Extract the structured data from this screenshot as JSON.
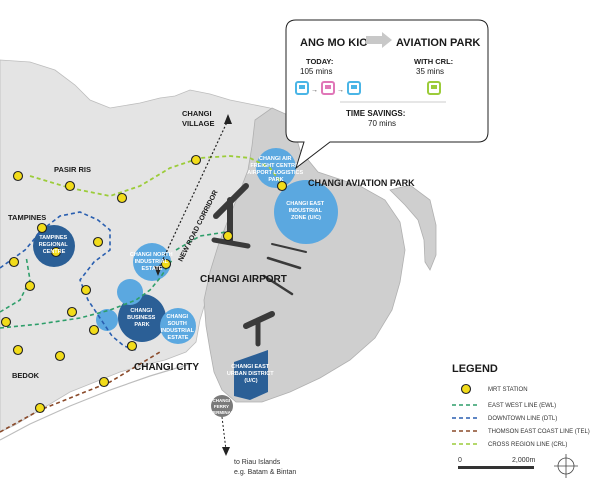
{
  "callout": {
    "from": "ANG MO KIO",
    "to": "AVIATION PARK",
    "today_label": "TODAY:",
    "today_value": "105 mins",
    "crl_label": "WITH CRL:",
    "crl_value": "35 mins",
    "savings_label": "TIME SAVINGS:",
    "savings_value": "70 mins"
  },
  "places": {
    "changi_village_1": "CHANGI",
    "changi_village_2": "VILLAGE",
    "pasir_ris": "PASIR RIS",
    "tampines": "TAMPINES",
    "bedok": "BEDOK",
    "changi_city": "CHANGI CITY",
    "changi_airport": "CHANGI AIRPORT",
    "changi_aviation_park": "CHANGI AVIATION PARK",
    "new_road_corridor": "NEW ROAD CORRIDOR",
    "riau_1": "to Riau Islands",
    "riau_2": "e.g. Batam & Bintan"
  },
  "zones": {
    "tampines_rc": [
      "TAMPINES",
      "REGIONAL",
      "CENTRE"
    ],
    "freight": [
      "CHANGI AIR",
      "FREIGHT CENTRE/",
      "AIRPORT LOGISTICS",
      "PARK"
    ],
    "changi_east_ind": [
      "CHANGI EAST",
      "INDUSTRIAL",
      "ZONE (U/C)"
    ],
    "changi_north": [
      "CHANGI NORTH",
      "INDUSTRIAL",
      "ESTATE"
    ],
    "changi_business": [
      "CHANGI",
      "BUSINESS",
      "PARK"
    ],
    "changi_south": [
      "CHANGI",
      "SOUTH",
      "INDUSTRIAL",
      "ESTATE"
    ],
    "changi_east_urban": [
      "CHANGI EAST",
      "URBAN DISTRICT",
      "(U/C)"
    ],
    "ferry": [
      "CHANGI",
      "FERRY",
      "TERMINAL"
    ]
  },
  "legend": {
    "title": "LEGEND",
    "items": [
      {
        "label": "MRT STATION",
        "type": "station",
        "color": "#f2dc1a"
      },
      {
        "label": "EAST WEST LINE (EWL)",
        "type": "line",
        "color": "#2e9e6a"
      },
      {
        "label": "DOWNTOWN LINE (DTL)",
        "type": "line",
        "color": "#2a5fb0"
      },
      {
        "label": "THOMSON EAST COAST LINE (TEL)",
        "type": "line",
        "color": "#8a4a2a"
      },
      {
        "label": "CROSS REGION LINE (CRL)",
        "type": "line",
        "color": "#9ccc3a"
      }
    ]
  },
  "scale": {
    "start": "0",
    "end": "2,000m"
  },
  "colors": {
    "land": "#e4e4e4",
    "sea": "#ffffff",
    "airport": "#cfcfcf",
    "zone_light": "#5ba8e0",
    "zone_dark": "#2b5f96",
    "ewl": "#2e9e6a",
    "dtl": "#2a5fb0",
    "tel": "#8a4a2a",
    "crl": "#9ccc3a",
    "station": "#f2dc1a",
    "mrt_cyan": "#4ab5e6",
    "mrt_pink": "#e077b8",
    "mrt_green": "#9ccc3a"
  },
  "icons": [
    "train-icon-cyan",
    "train-icon-pink",
    "train-icon-cyan",
    "train-icon-green",
    "compass-icon"
  ]
}
